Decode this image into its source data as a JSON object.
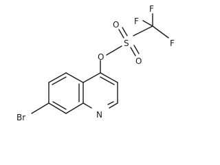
{
  "molecule": {
    "atoms": {
      "F_top": "F",
      "F_left": "F",
      "F_right": "F",
      "S": "S",
      "O_top": "O",
      "O_bottom": "O",
      "O_link": "O",
      "Br": "Br",
      "N": "N"
    }
  }
}
